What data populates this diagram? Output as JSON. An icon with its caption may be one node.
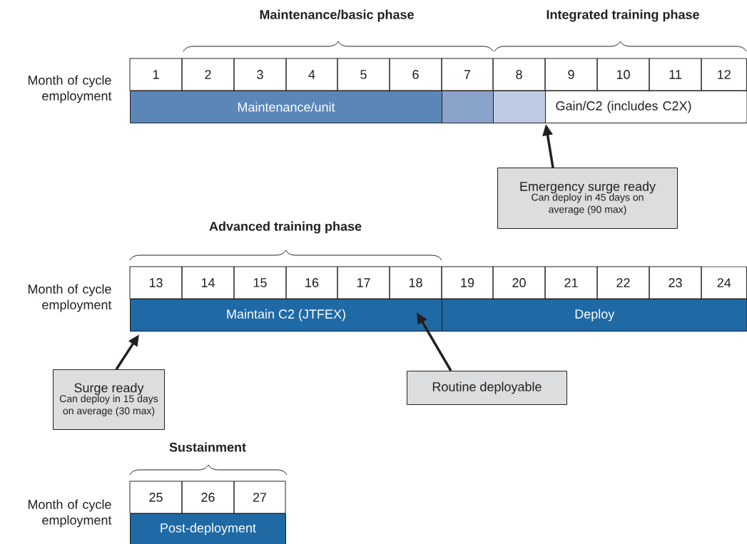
{
  "diagram": {
    "nodes": [
      {
        "text": [
          "Maintenance/unit"
        ]
      },
      {
        "text": [],
        "shape": "bar"
      },
      {
        "text": [],
        "shape": "bar"
      },
      {
        "text": [
          "Gain/C2 (includes C2X)"
        ]
      },
      {
        "text": [
          "Emergency surge ready",
          "Can deploy in 45 days on average (90 max)"
        ]
      },
      {
        "text": [
          "Maintain C2 (JTFEX)"
        ]
      },
      {
        "text": [
          "Deploy"
        ]
      },
      {
        "text": [
          "Surge ready",
          "Can deploy in 15 days on average (30 max)"
        ]
      },
      {
        "text": [
          "Routine deployable"
        ]
      },
      {
        "text": [
          "Post-deployment"
        ]
      }
    ],
    "edges": [
      {
        "from": 4,
        "to": 3,
        "arrow": "to"
      },
      {
        "from": 7,
        "to": 5,
        "arrow": "to"
      },
      {
        "from": 8,
        "to": 5,
        "arrow": "to"
      }
    ],
    "labels": [
      "Maintenance/basic phase",
      "Integrated training phase",
      "Month of cycle employment",
      "1",
      "2",
      "3",
      "4",
      "5",
      "6",
      "7",
      "8",
      "9",
      "10",
      "11",
      "12",
      "Advanced training phase",
      "Month of cycle employment",
      "13",
      "14",
      "15",
      "16",
      "17",
      "18",
      "19",
      "20",
      "21",
      "22",
      "23",
      "24",
      "Sustainment",
      "Month of cycle employment",
      "25",
      "26",
      "27"
    ]
  }
}
